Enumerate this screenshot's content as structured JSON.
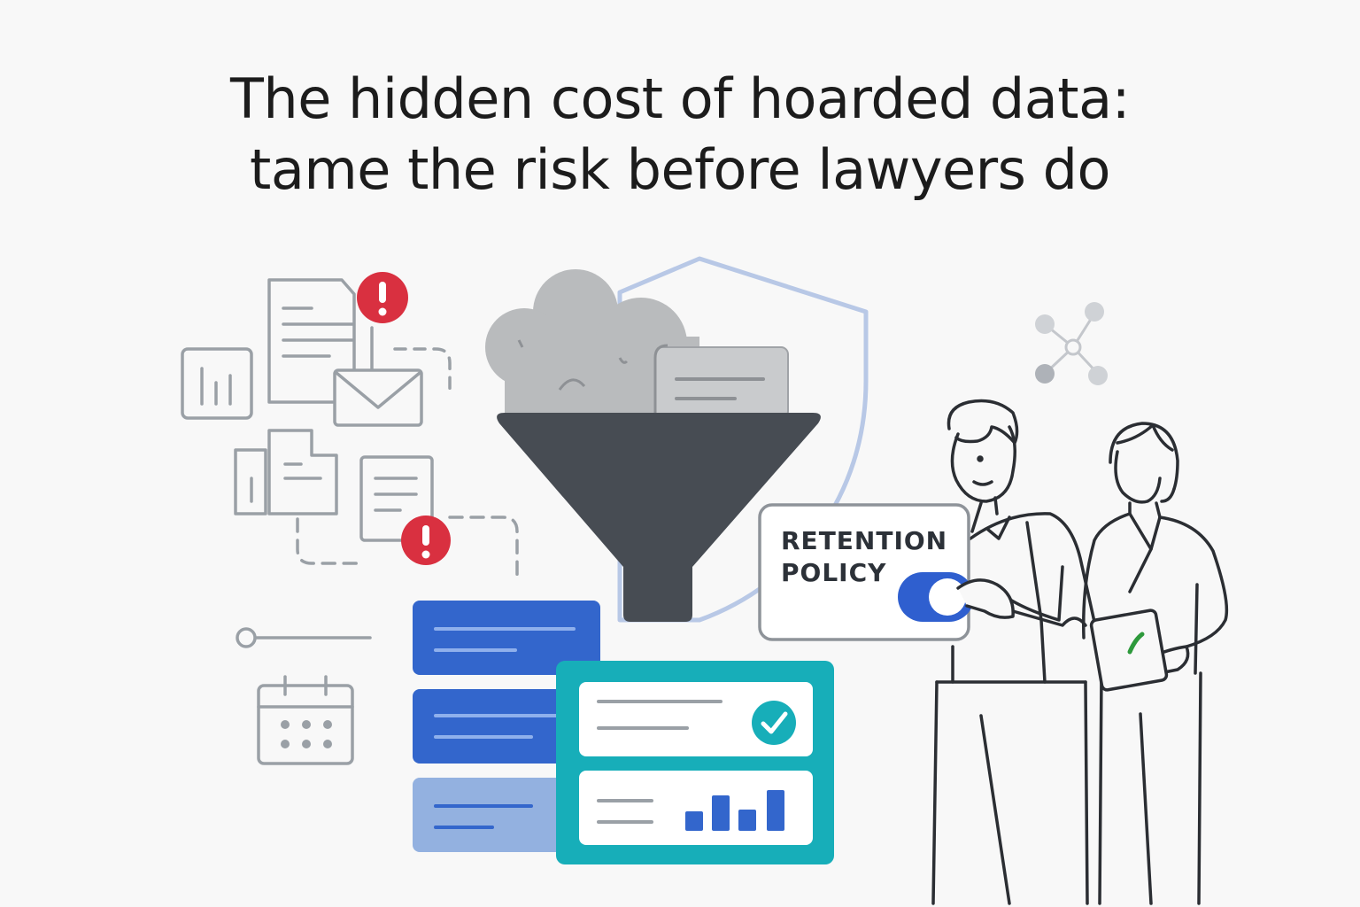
{
  "title": {
    "line1": "The hidden cost of hoarded data:",
    "line2": "tame the risk before lawyers do"
  },
  "policy_card": {
    "line1": "RETENTION",
    "line2": "POLICY",
    "toggle_state": "on"
  },
  "colors": {
    "background": "#f8f8f8",
    "title_text": "#1c1c1c",
    "outline_gray": "#9aa0a6",
    "alert_red": "#d93040",
    "funnel_dark": "#474c53",
    "cloud_gray": "#b9bbbd",
    "shield_blue": "#b8c8e6",
    "primary_blue": "#3366cc",
    "light_blue": "#93b1e0",
    "teal": "#17aeb9",
    "person_line": "#2b2e33",
    "tablet_green": "#2e9a3c"
  },
  "icons": [
    "document-icon",
    "alert-icon",
    "envelope-icon",
    "bar-chart-icon",
    "folder-icon",
    "calendar-icon",
    "network-icon",
    "funnel-icon",
    "shield-icon",
    "cloud-icon",
    "checkmark-icon",
    "toggle-switch",
    "tablet-icon"
  ]
}
